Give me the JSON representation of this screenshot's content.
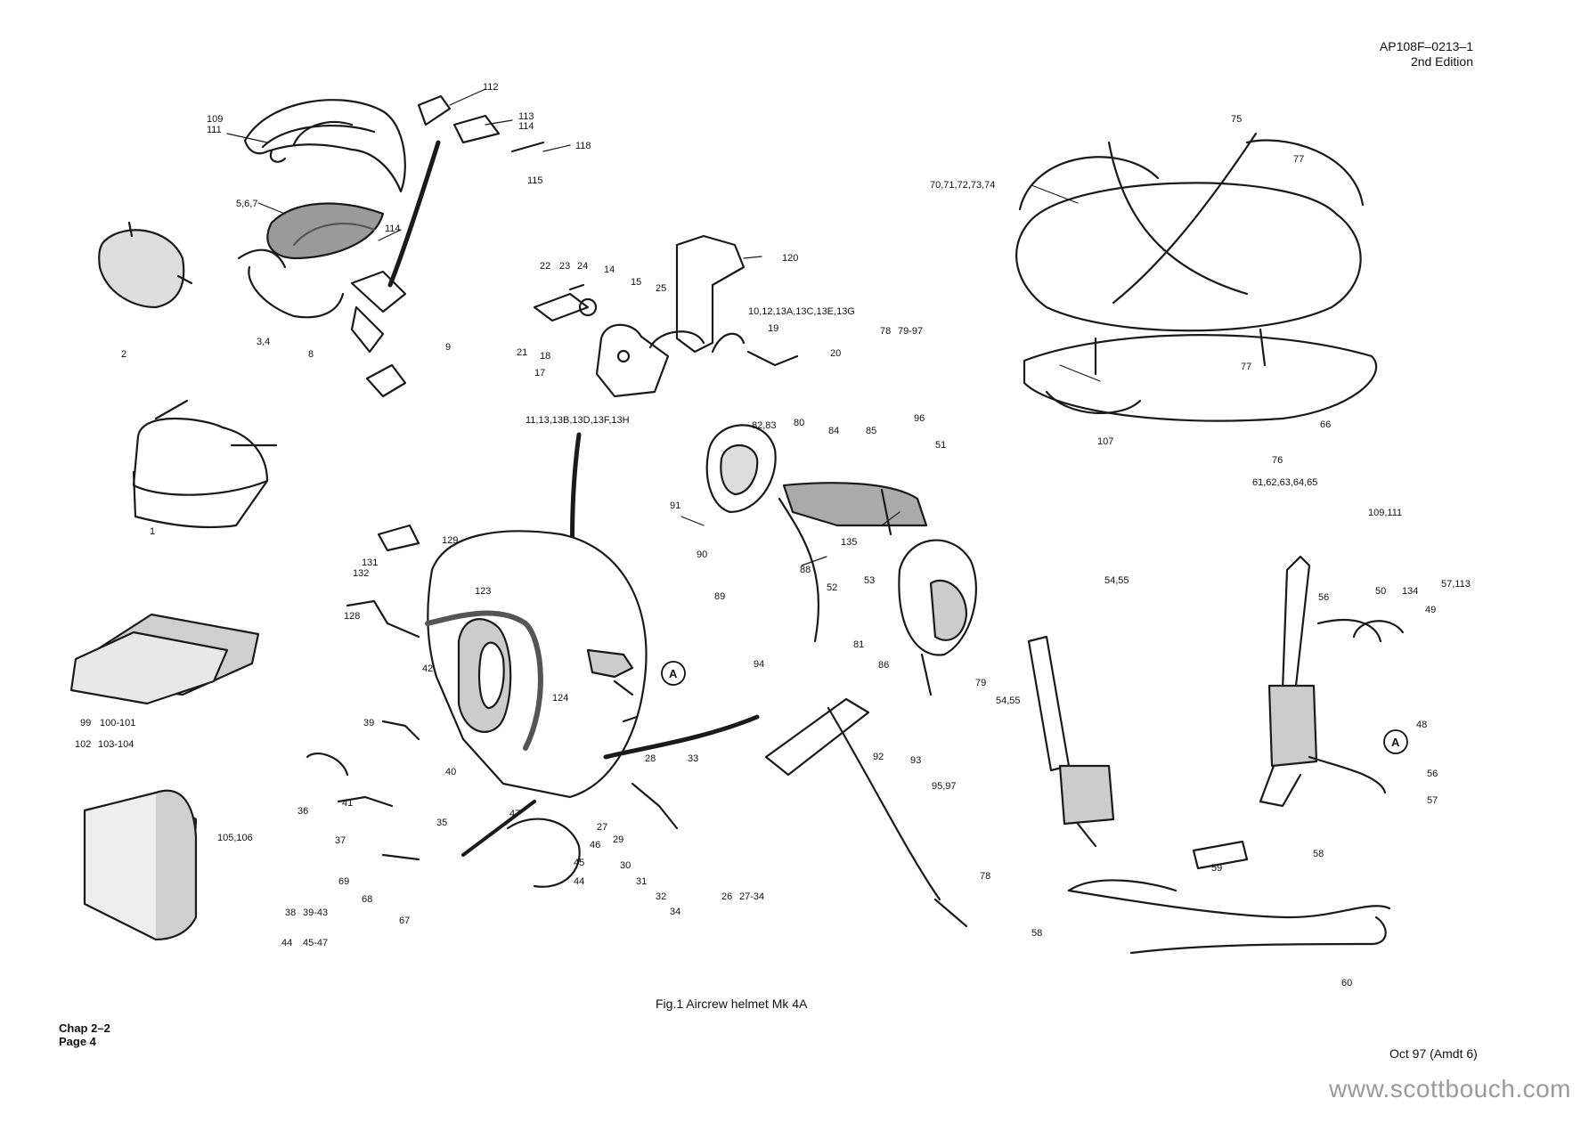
{
  "header": {
    "doc_number": "AP108F–0213–1",
    "edition": "2nd Edition"
  },
  "caption": "Fig.1  Aircrew helmet Mk 4A",
  "footer": {
    "chapter": "Chap 2–2",
    "page": "Page 4",
    "amendment": "Oct 97 (Amdt 6)"
  },
  "watermark": "www.scottbouch.com",
  "callouts": [
    "AP108F-0213-1",
    "109\n111",
    "112",
    "113\n114",
    "118",
    "115",
    "5,6,7",
    "114",
    "2",
    "3,4",
    "8",
    "9",
    "1",
    "99",
    "100-101",
    "102",
    "103-104",
    "105,106",
    "22",
    "23",
    "24",
    "14",
    "15",
    "25",
    "120",
    "21",
    "18",
    "17",
    "10,12,13A,13C,13E,13G",
    "19",
    "20",
    "11,13,13B,13D,13F,13H",
    "78",
    "79-97",
    "75",
    "77",
    "70,71,72,73,74",
    "77",
    "107",
    "76",
    "66",
    "61,62,63,64,65",
    "82,83",
    "80",
    "84",
    "85",
    "96",
    "51",
    "91",
    "135",
    "90",
    "89",
    "88",
    "52",
    "53",
    "81",
    "86",
    "79",
    "94",
    "92",
    "93",
    "95,97",
    "78",
    "129",
    "131",
    "132",
    "123",
    "128",
    "42",
    "124",
    "39",
    "40",
    "36",
    "41",
    "35",
    "37",
    "69",
    "68",
    "67",
    "38",
    "39-43",
    "44",
    "45-47",
    "28",
    "33",
    "27",
    "29",
    "30",
    "31",
    "32",
    "34",
    "26",
    "27-34",
    "47",
    "46",
    "45",
    "44",
    "109,111",
    "54,55",
    "56",
    "134",
    "57,113",
    "50",
    "49",
    "48",
    "54,55",
    "56",
    "57",
    "59",
    "58",
    "58",
    "60",
    "A",
    "A"
  ]
}
